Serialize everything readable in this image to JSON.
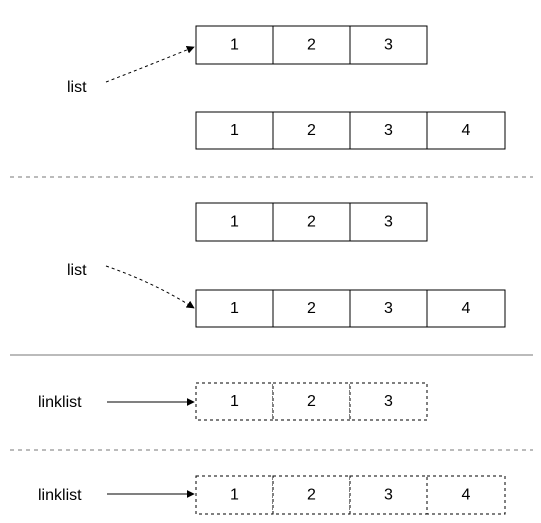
{
  "panels": [
    {
      "label": "list",
      "arrow_style": "dashed",
      "arrays": [
        {
          "cells": [
            "1",
            "2",
            "3"
          ],
          "border": "solid"
        },
        {
          "cells": [
            "1",
            "2",
            "3",
            "4"
          ],
          "border": "solid"
        }
      ],
      "points_to_array": 0
    },
    {
      "label": "list",
      "arrow_style": "dashed",
      "arrays": [
        {
          "cells": [
            "1",
            "2",
            "3"
          ],
          "border": "solid"
        },
        {
          "cells": [
            "1",
            "2",
            "3",
            "4"
          ],
          "border": "solid"
        }
      ],
      "points_to_array": 1
    },
    {
      "label": "linklist",
      "arrow_style": "solid",
      "arrays": [
        {
          "cells": [
            "1",
            "2",
            "3"
          ],
          "border": "dashed"
        }
      ],
      "points_to_array": 0
    },
    {
      "label": "linklist",
      "arrow_style": "solid",
      "arrays": [
        {
          "cells": [
            "1",
            "2",
            "3",
            "4"
          ],
          "border": "dashed"
        }
      ],
      "points_to_array": 0
    }
  ],
  "separators": [
    "dashed",
    "solid",
    "dashed"
  ],
  "colors": {
    "stroke": "#000000",
    "separator": "#777777",
    "background": "#ffffff"
  }
}
